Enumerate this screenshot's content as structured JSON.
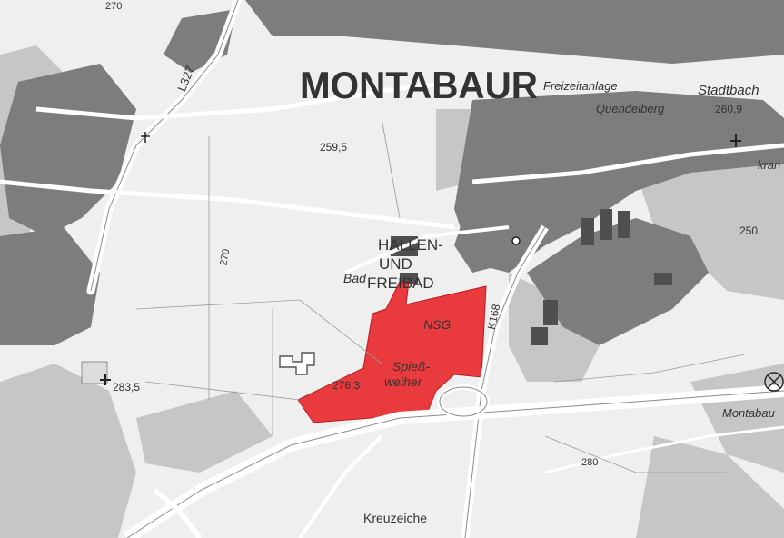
{
  "map": {
    "town_name": "MONTABAUR",
    "labels": {
      "freizeitanlage": "Freizeitanlage",
      "quendelberg": "Quendelberg",
      "stadtbach": "Stadtbach",
      "road_l327": "L327",
      "road_k168": "K168",
      "hallen": "HALLEN-",
      "und": "UND",
      "freibad": "FREIBAD",
      "bad": "Bad",
      "nsg": "NSG",
      "spiess": "Spieß-",
      "weiher": "weiher",
      "kreuzeiche": "Kreuzeiche",
      "montabaur_right": "Montabau",
      "kran": "kran"
    },
    "elevations": {
      "e270_top": "270",
      "e259": "259,5",
      "e270_mid": "270",
      "e260": "260,9",
      "e250": "250",
      "e283": "283,5",
      "e276": "276,3",
      "e280": "280"
    },
    "colors": {
      "highlight_area": "#e8272a",
      "settlement": "#7a7a7a",
      "woodland": "#c4c4c4",
      "open_land": "#f2f2f2",
      "road": "#ffffff",
      "text": "#333333"
    }
  }
}
